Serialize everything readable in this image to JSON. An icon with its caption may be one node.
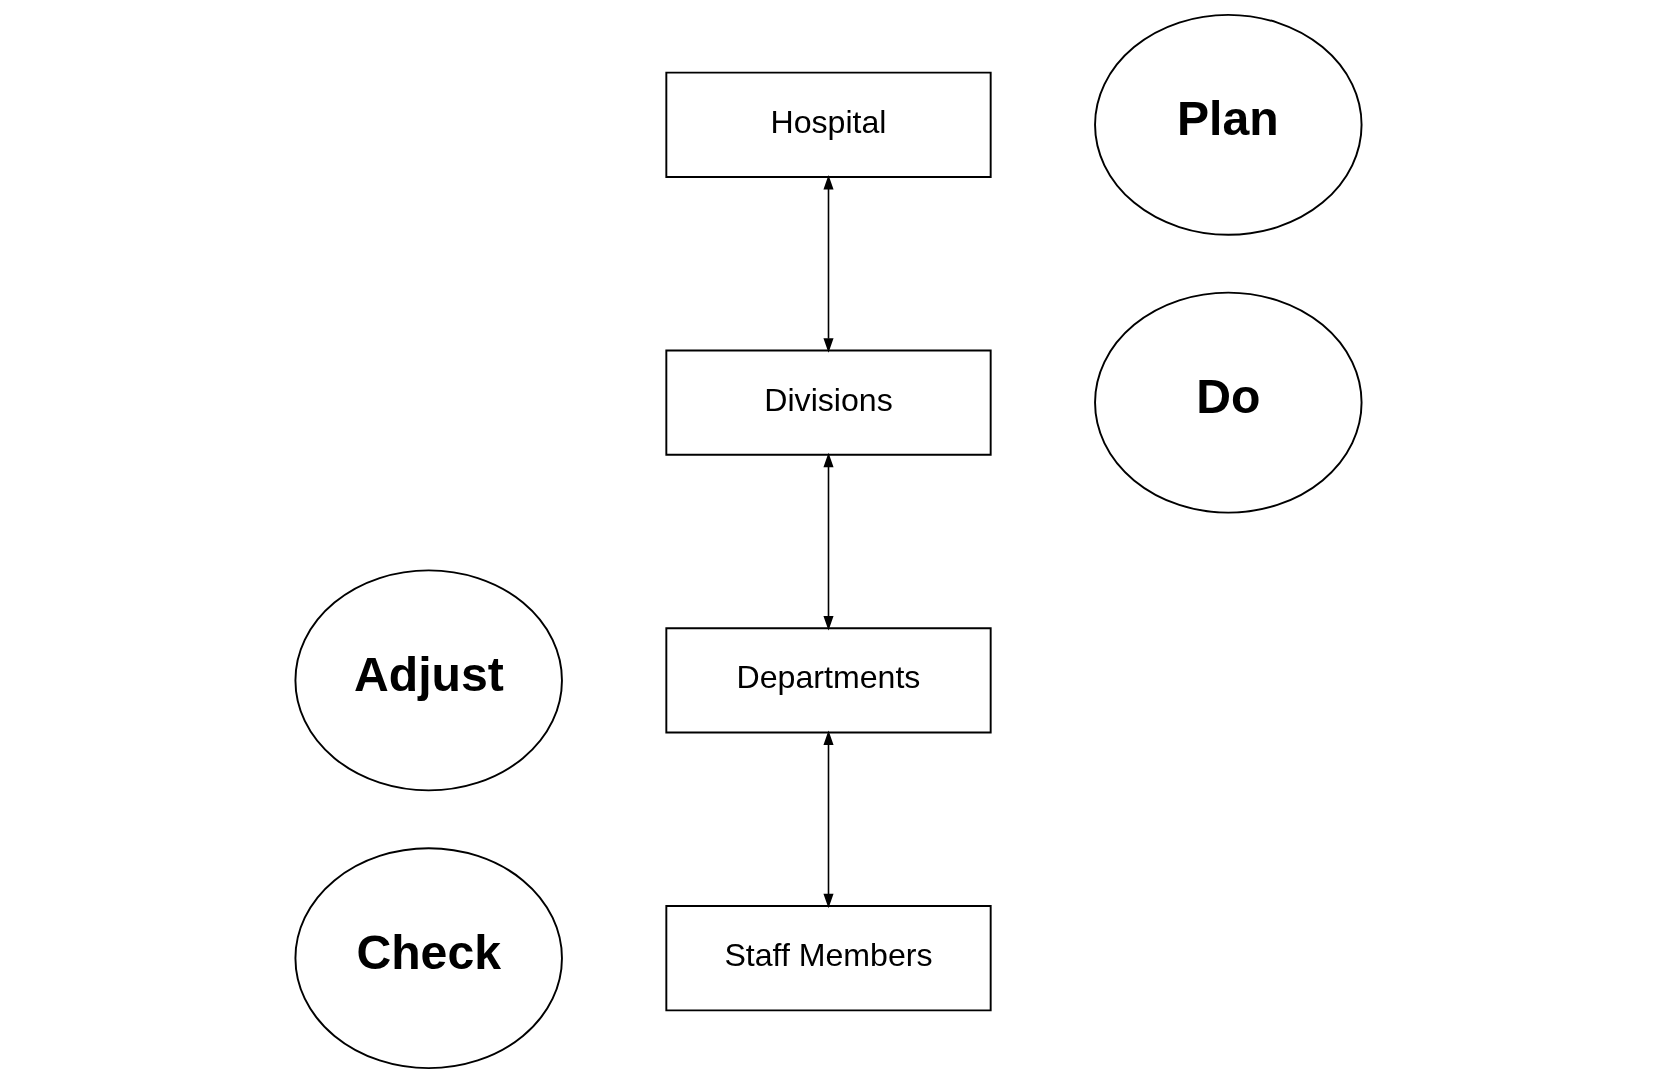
{
  "diagram": {
    "nodes": [
      {
        "text": [
          "Hospital"
        ]
      },
      {
        "text": [
          "Plan"
        ]
      },
      {
        "text": [
          "Divisions"
        ]
      },
      {
        "text": [
          "Do"
        ]
      },
      {
        "text": [
          "Adjust"
        ]
      },
      {
        "text": [
          "Departments"
        ]
      },
      {
        "text": [
          "Staff Members"
        ]
      },
      {
        "text": [
          "Check"
        ]
      }
    ],
    "edges": [
      {
        "from": 0,
        "to": 2,
        "arrow": "both"
      },
      {
        "from": 2,
        "to": 5,
        "arrow": "both"
      },
      {
        "from": 5,
        "to": 6,
        "arrow": "both"
      }
    ]
  }
}
